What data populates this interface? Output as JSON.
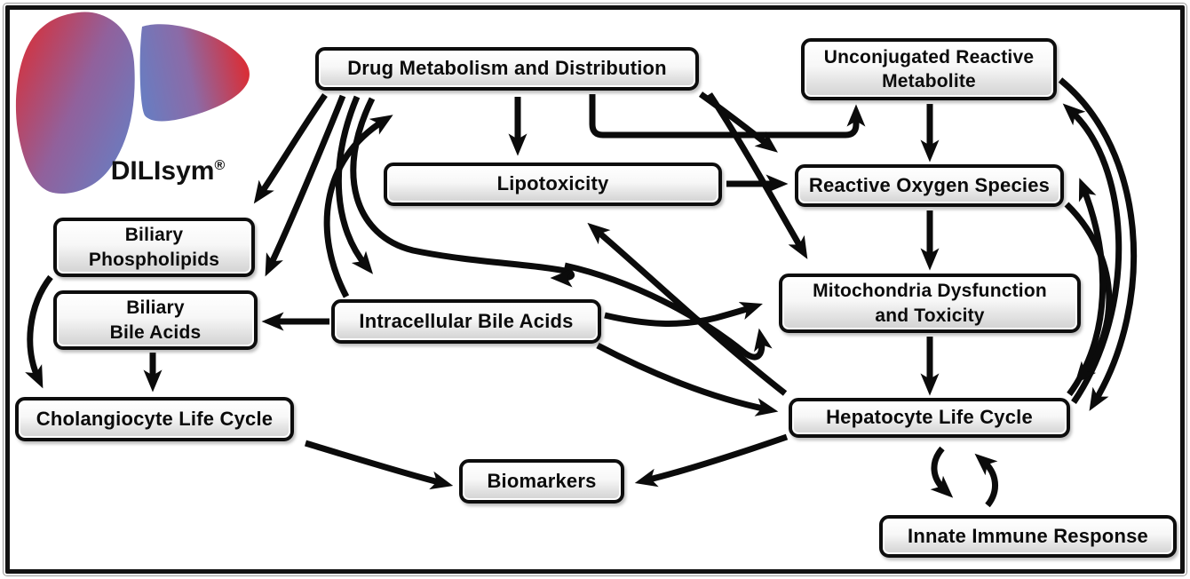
{
  "logo": {
    "brand": "DILIsym",
    "mark": "®"
  },
  "colors": {
    "arrow": "#0b0b0b",
    "box_border": "#0d0d0d",
    "box_fill_top": "#ffffff",
    "box_fill_bottom": "#d2d2d2",
    "liver_red": "#d7303a",
    "liver_blue": "#6a7cc0",
    "frame": "#121212",
    "background": "#ffffff"
  },
  "diagram": {
    "nodes": [
      {
        "id": "dmd",
        "label": [
          "Drug Metabolism and Distribution"
        ]
      },
      {
        "id": "urm",
        "label": [
          "Unconjugated Reactive",
          "Metabolite"
        ]
      },
      {
        "id": "lipo",
        "label": [
          "Lipotoxicity"
        ]
      },
      {
        "id": "ros",
        "label": [
          "Reactive Oxygen Species"
        ]
      },
      {
        "id": "bp",
        "label": [
          "Biliary",
          "Phospholipids"
        ]
      },
      {
        "id": "bba",
        "label": [
          "Biliary",
          "Bile Acids"
        ]
      },
      {
        "id": "iba",
        "label": [
          "Intracellular Bile Acids"
        ]
      },
      {
        "id": "mito",
        "label": [
          "Mitochondria Dysfunction",
          "and Toxicity"
        ]
      },
      {
        "id": "chol",
        "label": [
          "Cholangiocyte Life Cycle"
        ]
      },
      {
        "id": "hep",
        "label": [
          "Hepatocyte Life Cycle"
        ]
      },
      {
        "id": "bio",
        "label": [
          "Biomarkers"
        ]
      },
      {
        "id": "iir",
        "label": [
          "Innate Immune Response"
        ]
      }
    ],
    "edges": [
      {
        "key": "dmd-lipo",
        "from": "dmd",
        "to": "lipo"
      },
      {
        "key": "dmd-urm",
        "from": "dmd",
        "to": "urm"
      },
      {
        "key": "urm-ros",
        "from": "urm",
        "to": "ros"
      },
      {
        "key": "ros-mito",
        "from": "ros",
        "to": "mito"
      },
      {
        "key": "mito-hep",
        "from": "mito",
        "to": "hep"
      },
      {
        "key": "lipo-ros",
        "from": "lipo",
        "to": "ros"
      },
      {
        "key": "dmd-ros",
        "from": "dmd",
        "to": "ros"
      },
      {
        "key": "dmd-mito",
        "from": "dmd",
        "to": "mito"
      },
      {
        "key": "dmd-bp",
        "from": "dmd",
        "to": "bp"
      },
      {
        "key": "dmd-bba",
        "from": "dmd",
        "to": "bba"
      },
      {
        "key": "dmd-iba",
        "from": "dmd",
        "to": "iba"
      },
      {
        "key": "iba-dmd",
        "from": "iba",
        "to": "dmd"
      },
      {
        "key": "dmd-iba-hook",
        "from": "dmd",
        "to": "iba"
      },
      {
        "key": "dmd-mito-sweep",
        "from": "dmd",
        "to": "mito"
      },
      {
        "key": "hep-lipo",
        "from": "hep",
        "to": "lipo"
      },
      {
        "key": "iba-mito",
        "from": "iba",
        "to": "mito"
      },
      {
        "key": "iba-hep",
        "from": "iba",
        "to": "hep"
      },
      {
        "key": "iba-bba",
        "from": "iba",
        "to": "bba"
      },
      {
        "key": "bba-chol",
        "from": "bba",
        "to": "chol"
      },
      {
        "key": "bp-chol",
        "from": "bp",
        "to": "chol"
      },
      {
        "key": "chol-bio",
        "from": "chol",
        "to": "bio"
      },
      {
        "key": "hep-bio",
        "from": "hep",
        "to": "bio"
      },
      {
        "key": "hep-iir",
        "from": "hep",
        "to": "iir"
      },
      {
        "key": "iir-hep",
        "from": "iir",
        "to": "hep"
      },
      {
        "key": "urm-hep",
        "from": "urm",
        "to": "hep"
      },
      {
        "key": "hep-urm",
        "from": "hep",
        "to": "urm"
      },
      {
        "key": "ros-hep",
        "from": "ros",
        "to": "hep"
      },
      {
        "key": "hep-ros",
        "from": "hep",
        "to": "ros"
      }
    ]
  }
}
